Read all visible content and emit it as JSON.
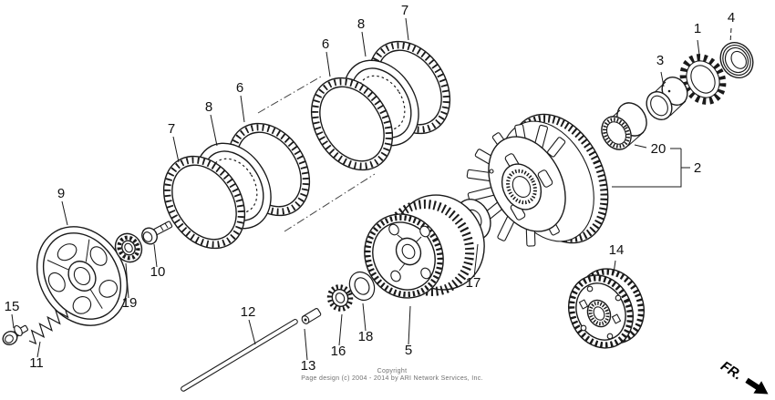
{
  "diagram": {
    "title_hint": "exploded clutch assembly parts diagram",
    "line_color": "#1a1a1a",
    "background_color": "#ffffff",
    "callouts": [
      {
        "label": "7"
      },
      {
        "label": "8"
      },
      {
        "label": "6"
      },
      {
        "label": "6"
      },
      {
        "label": "8"
      },
      {
        "label": "7"
      },
      {
        "label": "9"
      },
      {
        "label": "10"
      },
      {
        "label": "19"
      },
      {
        "label": "15"
      },
      {
        "label": "11"
      },
      {
        "label": "12"
      },
      {
        "label": "13"
      },
      {
        "label": "16"
      },
      {
        "label": "18"
      },
      {
        "label": "5"
      },
      {
        "label": "17"
      },
      {
        "label": "14"
      },
      {
        "label": "1"
      },
      {
        "label": "3"
      },
      {
        "label": "4"
      },
      {
        "label": "20"
      },
      {
        "label": "2"
      }
    ],
    "direction_indicator": {
      "label": "FR."
    },
    "footer": {
      "line1": "Copyright",
      "line2": "Page design (c) 2004 - 2014 by ARI Network Services, Inc."
    }
  }
}
